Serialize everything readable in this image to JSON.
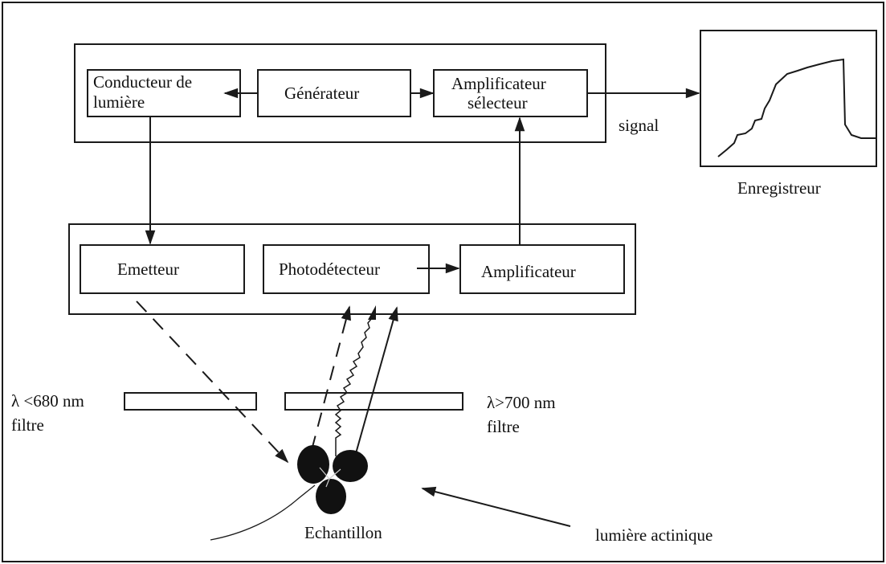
{
  "top_group": {
    "conducteur_line1": "Conducteur de",
    "conducteur_line2": "lumière",
    "generateur": "Générateur",
    "ampli_selecteur_line1": "Amplificateur",
    "ampli_selecteur_line2": "sélecteur"
  },
  "bottom_group": {
    "emetteur": "Emetteur",
    "photodetecteur": "Photodétecteur",
    "amplificateur": "Amplificateur"
  },
  "signal_label": "signal",
  "enregistreur_label": "Enregistreur",
  "filters": {
    "left_wavelength": "λ <680 nm",
    "left_word": "filtre",
    "right_wavelength": "λ>700 nm",
    "right_word": "filtre"
  },
  "echantillon_label": "Echantillon",
  "actinic_label": "lumière actinique",
  "colors": {
    "ink": "#1a1a1a",
    "background": "#ffffff"
  }
}
